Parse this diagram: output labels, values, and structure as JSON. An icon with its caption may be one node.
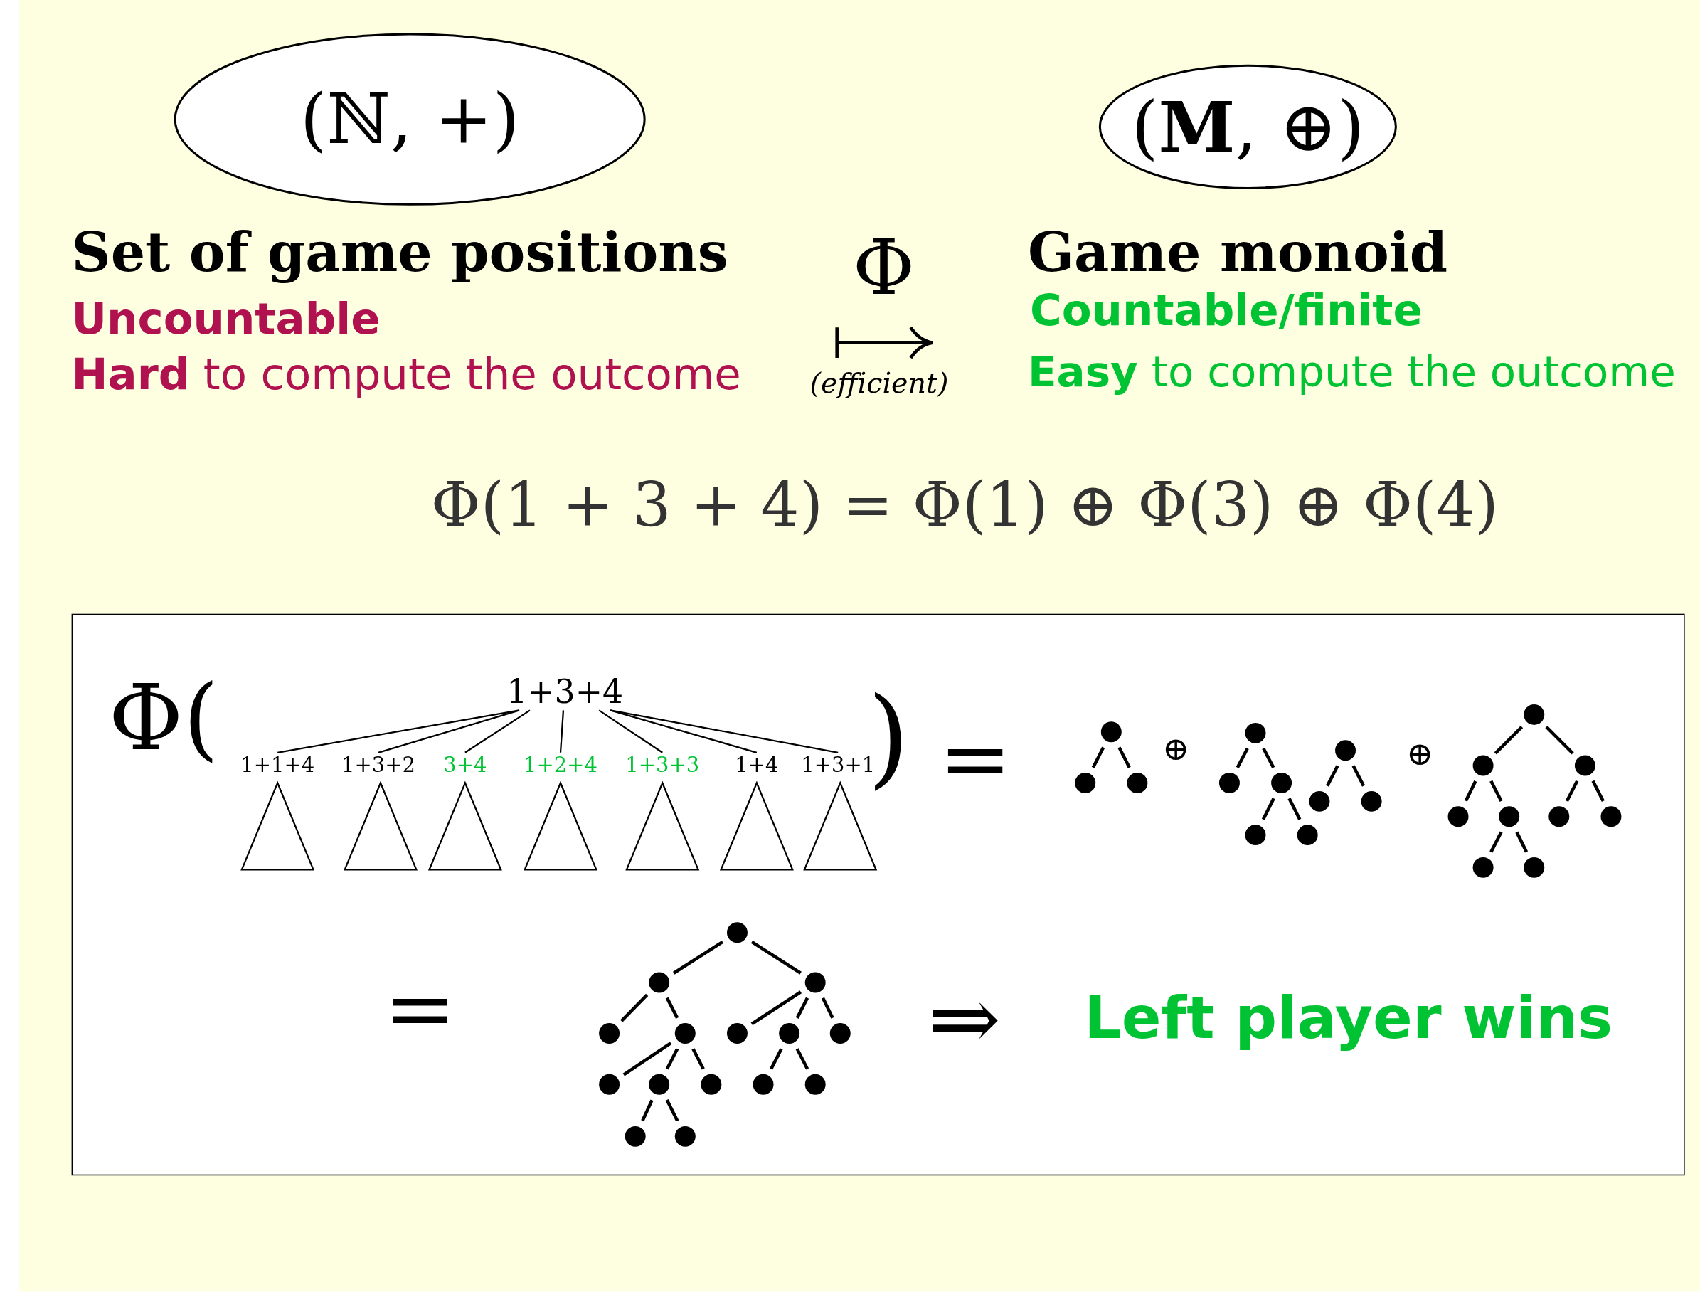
{
  "diagram": {
    "nodes": [
      {
        "text": [
          "(ℕ, +)"
        ]
      },
      {
        "text": [
          "(**M**, ⊕)"
        ]
      },
      {
        "text": [],
        "shape": "box"
      },
      {
        "text": [
          "1+3+4"
        ],
        "in": 2
      },
      {
        "text": [
          "1+1+4"
        ],
        "in": 2
      },
      {
        "text": [
          "1+3+2"
        ],
        "in": 2
      },
      {
        "text": [
          "3+4"
        ],
        "in": 2
      },
      {
        "text": [
          "1+2+4"
        ],
        "in": 2
      },
      {
        "text": [
          "1+3+3"
        ],
        "in": 2
      },
      {
        "text": [
          "1+4"
        ],
        "in": 2
      },
      {
        "text": [
          "1+3+1"
        ],
        "in": 2
      },
      {
        "text": [],
        "shape": "triangle",
        "in": 2
      },
      {
        "text": [],
        "shape": "triangle",
        "in": 2
      },
      {
        "text": [],
        "shape": "triangle",
        "in": 2
      },
      {
        "text": [],
        "shape": "triangle",
        "in": 2
      },
      {
        "text": [],
        "shape": "triangle",
        "in": 2
      },
      {
        "text": [],
        "shape": "triangle",
        "in": 2
      },
      {
        "text": [],
        "shape": "triangle",
        "in": 2
      }
    ],
    "edges": [
      {
        "from": 3,
        "to": 4,
        "arrow": "none"
      },
      {
        "from": 3,
        "to": 5,
        "arrow": "none"
      },
      {
        "from": 3,
        "to": 6,
        "arrow": "none"
      },
      {
        "from": 3,
        "to": 7,
        "arrow": "none"
      },
      {
        "from": 3,
        "to": 8,
        "arrow": "none"
      },
      {
        "from": 3,
        "to": 9,
        "arrow": "none"
      },
      {
        "from": 3,
        "to": 10,
        "arrow": "none"
      }
    ],
    "labels": [
      "Set of game positions",
      "Uncountable",
      "**Hard** to compute the outcome",
      "Φ",
      "(efficient)",
      "Game monoid",
      "Countable/finite",
      "**Easy** to compute the outcome",
      "Φ(1 + 3 + 4) = Φ(1) ⊕ Φ(3) ⊕ Φ(4)",
      "Φ(",
      ")",
      "=",
      "⊕",
      "⊕",
      "=",
      "⇒",
      "Left player wins"
    ]
  }
}
